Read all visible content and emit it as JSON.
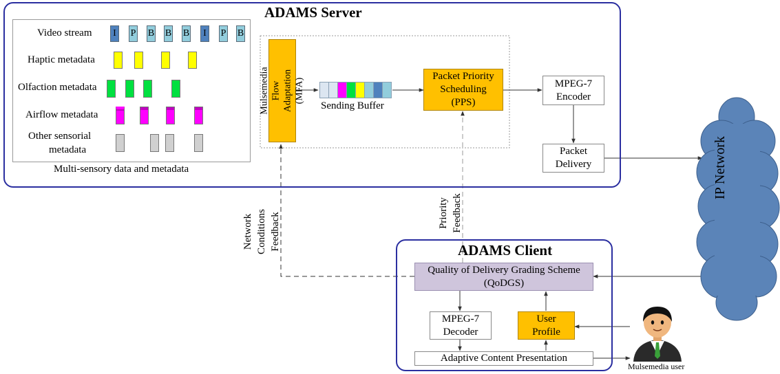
{
  "server": {
    "title": "ADAMS Server",
    "panel_caption": "Multi-sensory data and metadata",
    "rows": [
      {
        "label": "Video stream"
      },
      {
        "label": "Haptic metadata",
        "color": "#ffff00"
      },
      {
        "label": "Olfaction metadata",
        "color": "#00e040"
      },
      {
        "label": "Airflow metadata",
        "color": "#ff00ff"
      },
      {
        "label_line1": "Other sensorial",
        "label_line2": "metadata",
        "color": "#d0d0d0"
      }
    ],
    "video_frames": [
      "I",
      "P",
      "B",
      "B",
      "B",
      "I",
      "P",
      "B"
    ],
    "frame_colors": {
      "I": "#4f81bd",
      "P": "#92cddc",
      "B": "#92cddc"
    },
    "mfa_label": "Mulsemedia Flow Adaptation (MFA)",
    "buffer_label": "Sending Buffer",
    "buffer_cells": [
      "#dce6f1",
      "#dce6f1",
      "#ff00ff",
      "#00e040",
      "#ffff00",
      "#92cddc",
      "#4f81bd",
      "#92cddc"
    ],
    "pps_line1": "Packet Priority",
    "pps_line2": "Scheduling",
    "pps_line3": "(PPS)",
    "encoder_line1": "MPEG-7",
    "encoder_line2": "Encoder",
    "delivery_line1": "Packet",
    "delivery_line2": "Delivery"
  },
  "network": {
    "label": "IP Network",
    "cloud_color": "#5b84b8"
  },
  "feedback": {
    "network_line1": "Network",
    "network_line2": "Conditions",
    "network_line3": "Feedback",
    "priority_line1": "Priority",
    "priority_line2": "Feedback"
  },
  "client": {
    "title": "ADAMS Client",
    "qodgs_line1": "Quality of Delivery Grading Scheme",
    "qodgs_line2": "(QoDGS)",
    "decoder_line1": "MPEG-7",
    "decoder_line2": "Decoder",
    "profile_line1": "User",
    "profile_line2": "Profile",
    "presentation_label": "Adaptive Content Presentation",
    "user_label": "Mulsemedia user"
  },
  "colors": {
    "frame": "#2a2ea0",
    "orange": "#ffc000",
    "purple": "#cfc5dc"
  }
}
